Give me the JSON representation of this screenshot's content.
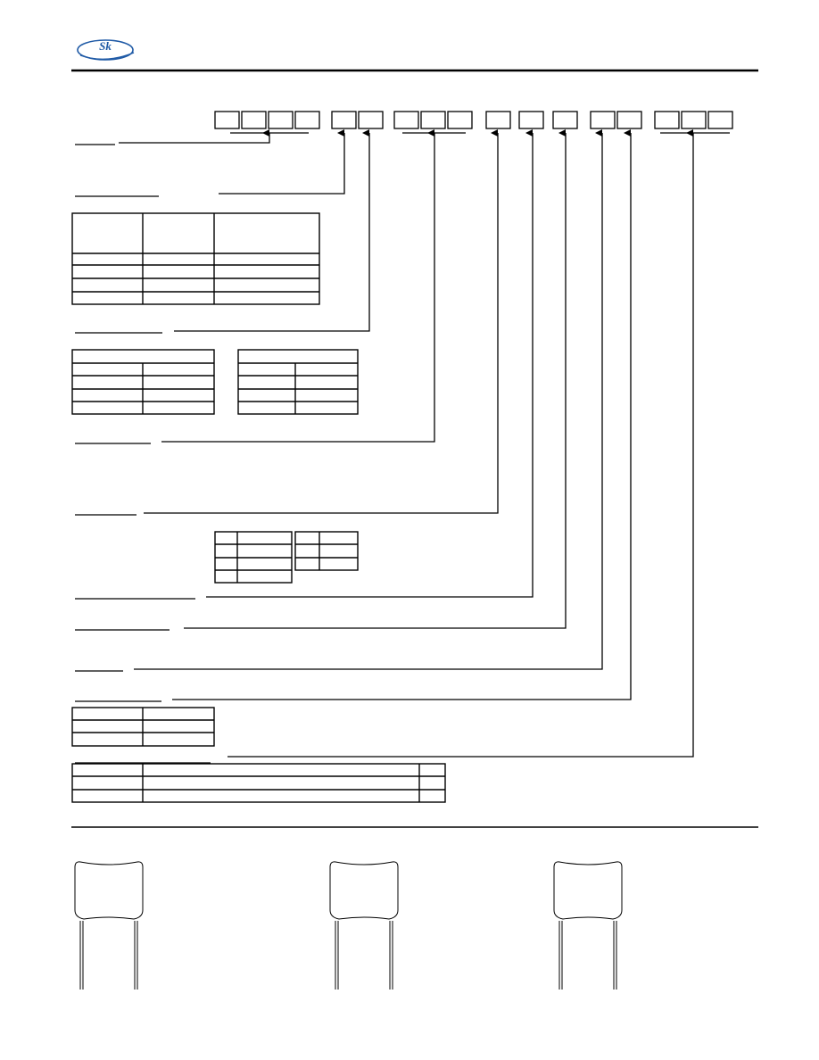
{
  "header": {
    "logo_text": "Sk",
    "logo_icon": "company-logo-icon",
    "brand_color": "#1f5aa6"
  },
  "diagram": {
    "line_color": "#000000",
    "code_box_groups": [
      4,
      2,
      3,
      1,
      1,
      1,
      2,
      3
    ]
  },
  "illustration": {
    "icon": "capacitor-icon",
    "count": 3
  }
}
